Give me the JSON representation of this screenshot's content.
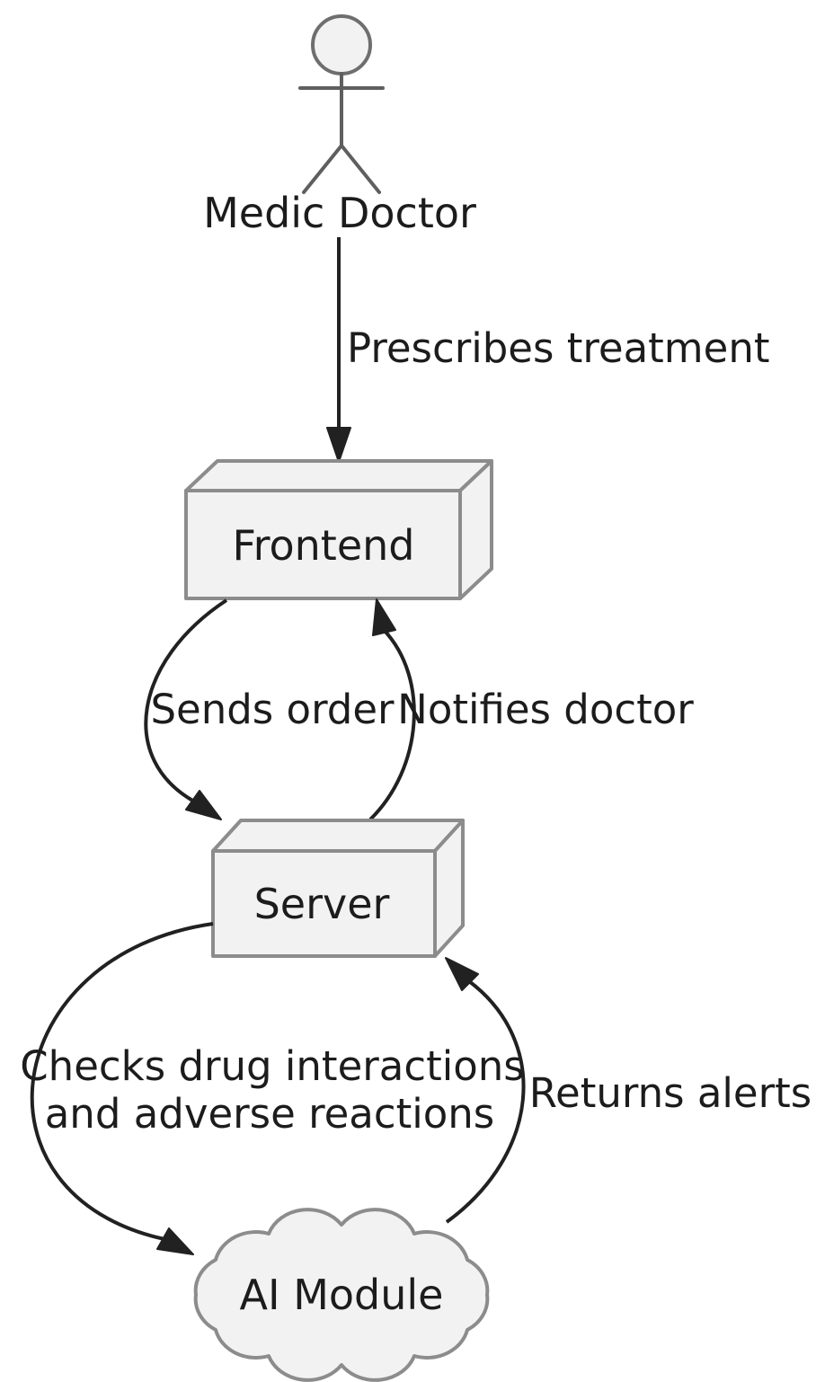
{
  "diagram": {
    "type": "uml-deployment-flow",
    "background": "#ffffff",
    "colors": {
      "shape_fill": "#f2f2f2",
      "shape_stroke": "#8c8c8c",
      "edge_color": "#212121",
      "text_color": "#1c1c1c"
    },
    "nodes": {
      "actor": {
        "label": "Medic Doctor",
        "shape": "actor"
      },
      "frontend": {
        "label": "Frontend",
        "shape": "box3d"
      },
      "server": {
        "label": "Server",
        "shape": "box3d"
      },
      "ai_module": {
        "label": "AI Module",
        "shape": "cloud"
      }
    },
    "edges": [
      {
        "from": "Medic Doctor",
        "to": "Frontend",
        "label": "Prescribes treatment"
      },
      {
        "from": "Frontend",
        "to": "Server",
        "label": "Sends order"
      },
      {
        "from": "Server",
        "to": "Frontend",
        "label": "Notifies doctor"
      },
      {
        "from": "Server",
        "to": "AI Module",
        "label": "Checks drug interactions and adverse reactions",
        "label_lines": {
          "0": "Checks drug interactions",
          "1": "and adverse reactions"
        }
      },
      {
        "from": "AI Module",
        "to": "Server",
        "label": "Returns alerts"
      }
    ]
  }
}
